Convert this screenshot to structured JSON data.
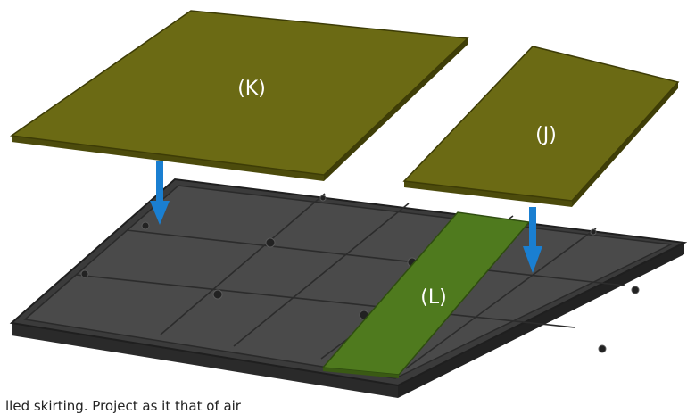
{
  "labels": {
    "panel_k": "(K)",
    "panel_j": "(J)",
    "strip_l": "(L)"
  },
  "caption": "lled skirting. Project as it that of air",
  "colors": {
    "panel_top": "#6b6a14",
    "panel_side": "#4c4b0c",
    "strip": "#4f7a1e",
    "base_tile": "#4a4a4a",
    "base_frame": "#2e2e2e",
    "arrow": "#1a7fd1"
  },
  "icons": [
    "down-arrow-icon",
    "down-arrow-icon"
  ]
}
